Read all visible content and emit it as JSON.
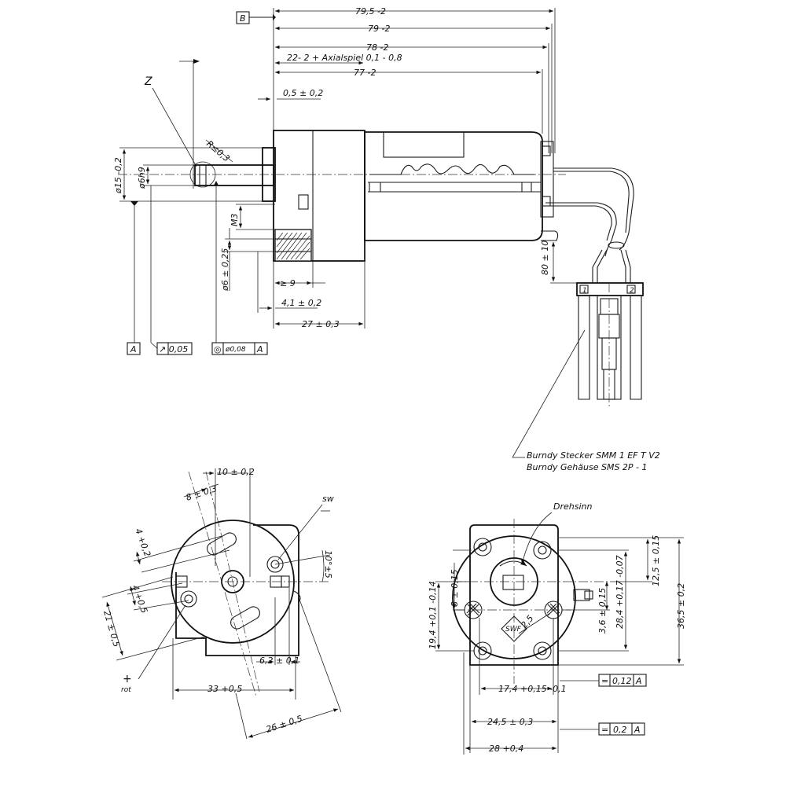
{
  "datum_b": "B",
  "top_view": {
    "dim_795": "79,5 -2",
    "dim_79": "79 -2",
    "dim_78": "78 -2",
    "dim_22": "22- 2 + Axialspiel 0,1 - 0,8",
    "dim_77": "77 -2",
    "dim_05": "0,5 ± 0,2",
    "label_z": "Z",
    "radius": "R≤0,3",
    "dia15": "ø15 -0,2",
    "dia6": "ø6h9",
    "m3": "M3",
    "dia6_025": "ø6 ± 0,25",
    "ge9": "≥ 9",
    "dim_41": "4,1 ± 0,2",
    "dim_27": "27 ± 0,3",
    "dim_80": "80 ± 10",
    "pin1": "1",
    "pin2": "2",
    "datum_a": "A",
    "runout": "↗ 0,05",
    "concentric_sym": "◎",
    "concentric_val": "ø0,08",
    "concentric_ref": "A",
    "connector_line1": "Burndy Stecker SMM 1 EF T V2",
    "connector_line2": "Burndy Gehäuse SMS 2P - 1"
  },
  "left_view": {
    "dim_10": "10 ± 0,2",
    "dim_8": "8 ± 0,3",
    "sw": "sw",
    "dim_4": "4 +0,2",
    "dim_r5": "10°±5",
    "dim_4b": "4 +0,5",
    "dim_21": "21 ± 0,5",
    "plus": "+",
    "rot": "rot",
    "dim_62": "6,2 ± 0,1",
    "dim_33": "33 +0,5",
    "dim_26": "26 ± 0,5"
  },
  "right_view": {
    "drehsinn": "Drehsinn",
    "dim_125": "12,5 ± 0,15",
    "dim_365": "36,5 ± 0,2",
    "dim_284": "28,4 +0,17 -0,07",
    "dim_36": "3,6 ± 0,15",
    "dim_8": "8 ± 0,15",
    "dim_194": "19,4 +0,1 -0,14",
    "swf": "SWF",
    "dim_25": "2,5",
    "dim_174": "17,4 +0,15 -0,1",
    "parallel_sym": "=",
    "parallel_val": "0,12",
    "parallel_ref": "A",
    "dim_245": "24,5 ± 0,3",
    "flat_sym": "=",
    "flat_val": "0,2",
    "flat_ref": "A",
    "dim_28": "28 +0,4"
  }
}
